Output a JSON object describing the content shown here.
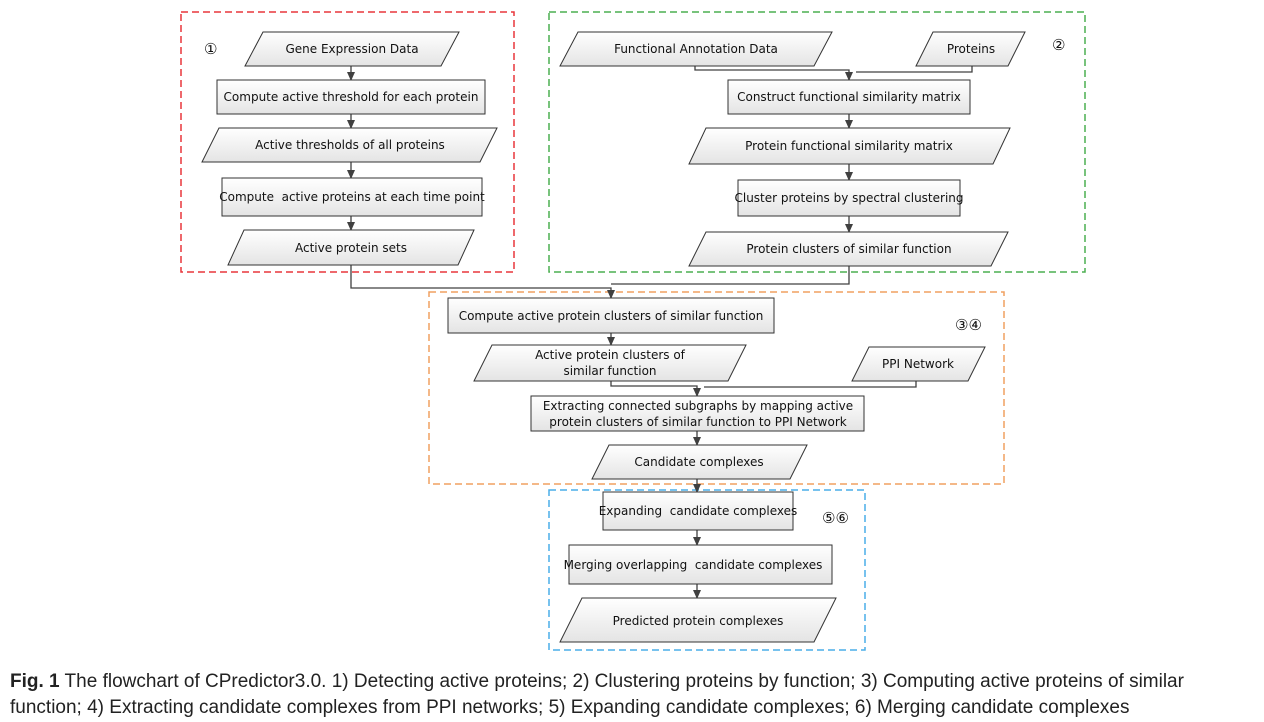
{
  "figure": {
    "groups": [
      {
        "marker": "①",
        "color": "#e8363b"
      },
      {
        "marker": "②",
        "color": "#4caf50"
      },
      {
        "marker": "③④",
        "color": "#f0a060"
      },
      {
        "marker": "⑤⑥",
        "color": "#4aaee8"
      }
    ],
    "nodes": {
      "gene_expression": {
        "label": "Gene Expression Data",
        "shape": "data"
      },
      "compute_threshold": {
        "label": "Compute active threshold for each protein",
        "shape": "process"
      },
      "thresholds_all": {
        "label": "Active thresholds of all proteins",
        "shape": "data"
      },
      "compute_active": {
        "label": "Compute  active proteins at each time point",
        "shape": "process"
      },
      "active_sets": {
        "label": "Active protein sets",
        "shape": "data"
      },
      "functional_annotation": {
        "label": "Functional Annotation Data",
        "shape": "data"
      },
      "proteins": {
        "label": "Proteins",
        "shape": "data"
      },
      "construct_matrix": {
        "label": "Construct functional similarity matrix",
        "shape": "process"
      },
      "similarity_matrix": {
        "label": "Protein functional similarity matrix",
        "shape": "data"
      },
      "cluster_spectral": {
        "label": "Cluster proteins by spectral clustering",
        "shape": "process"
      },
      "clusters_similar": {
        "label": "Protein clusters of similar function",
        "shape": "data"
      },
      "compute_active_clusters": {
        "label": "Compute active protein clusters of similar function",
        "shape": "process"
      },
      "active_clusters": {
        "label_line1": "Active protein clusters of",
        "label_line2": "similar function",
        "shape": "data"
      },
      "ppi_network": {
        "label": "PPI Network",
        "shape": "data"
      },
      "extracting": {
        "label_line1": "Extracting connected subgraphs by mapping active",
        "label_line2": "protein clusters of similar function to PPI Network",
        "shape": "process"
      },
      "candidates": {
        "label": "Candidate complexes",
        "shape": "data"
      },
      "expanding": {
        "label": "Expanding  candidate complexes",
        "shape": "process"
      },
      "merging": {
        "label": "Merging overlapping  candidate complexes",
        "shape": "process"
      },
      "predicted": {
        "label": "Predicted protein complexes",
        "shape": "data"
      }
    },
    "edges": [
      [
        "gene_expression",
        "compute_threshold"
      ],
      [
        "compute_threshold",
        "thresholds_all"
      ],
      [
        "thresholds_all",
        "compute_active"
      ],
      [
        "compute_active",
        "active_sets"
      ],
      [
        "functional_annotation",
        "construct_matrix"
      ],
      [
        "proteins",
        "construct_matrix"
      ],
      [
        "construct_matrix",
        "similarity_matrix"
      ],
      [
        "similarity_matrix",
        "cluster_spectral"
      ],
      [
        "cluster_spectral",
        "clusters_similar"
      ],
      [
        "active_sets",
        "compute_active_clusters"
      ],
      [
        "clusters_similar",
        "compute_active_clusters"
      ],
      [
        "compute_active_clusters",
        "active_clusters"
      ],
      [
        "active_clusters",
        "extracting"
      ],
      [
        "ppi_network",
        "extracting"
      ],
      [
        "extracting",
        "candidates"
      ],
      [
        "candidates",
        "expanding"
      ],
      [
        "expanding",
        "merging"
      ],
      [
        "merging",
        "predicted"
      ]
    ]
  },
  "caption": {
    "label": "Fig. 1",
    "text": " The flowchart of CPredictor3.0. 1) Detecting active proteins; 2) Clustering proteins by function; 3) Computing active proteins of similar function; 4) Extracting candidate complexes from PPI networks; 5) Expanding candidate complexes; 6) Merging candidate complexes"
  }
}
